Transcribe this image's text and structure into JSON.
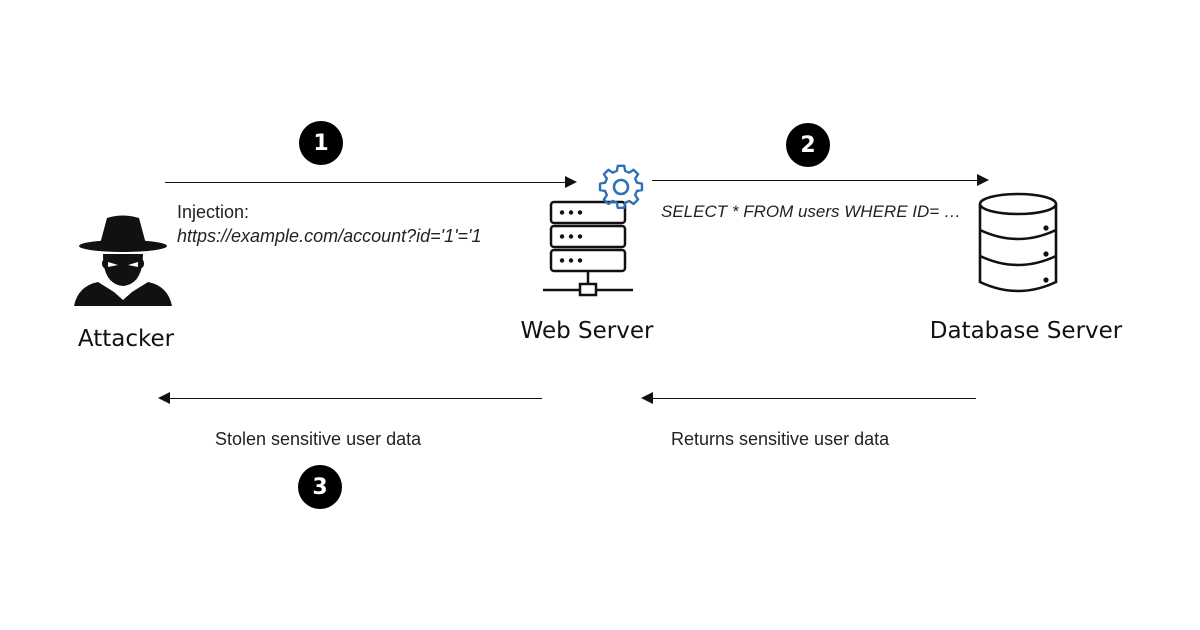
{
  "nodes": {
    "attacker": {
      "label": "Attacker",
      "icon": "hacker-icon"
    },
    "web_server": {
      "label": "Web Server",
      "icon": "server-icon",
      "badge_icon": "gear-icon"
    },
    "database": {
      "label": "Database Server",
      "icon": "database-icon"
    }
  },
  "steps": [
    "1",
    "2",
    "3"
  ],
  "flows": {
    "injection": {
      "title": "Injection:",
      "url": "https://example.com/account?id='1'='1"
    },
    "query": "SELECT * FROM users WHERE ID= …",
    "db_return": "Returns sensitive user data",
    "stolen": "Stolen sensitive user data"
  },
  "colors": {
    "gear": "#2f6fb7",
    "ink": "#111111"
  }
}
